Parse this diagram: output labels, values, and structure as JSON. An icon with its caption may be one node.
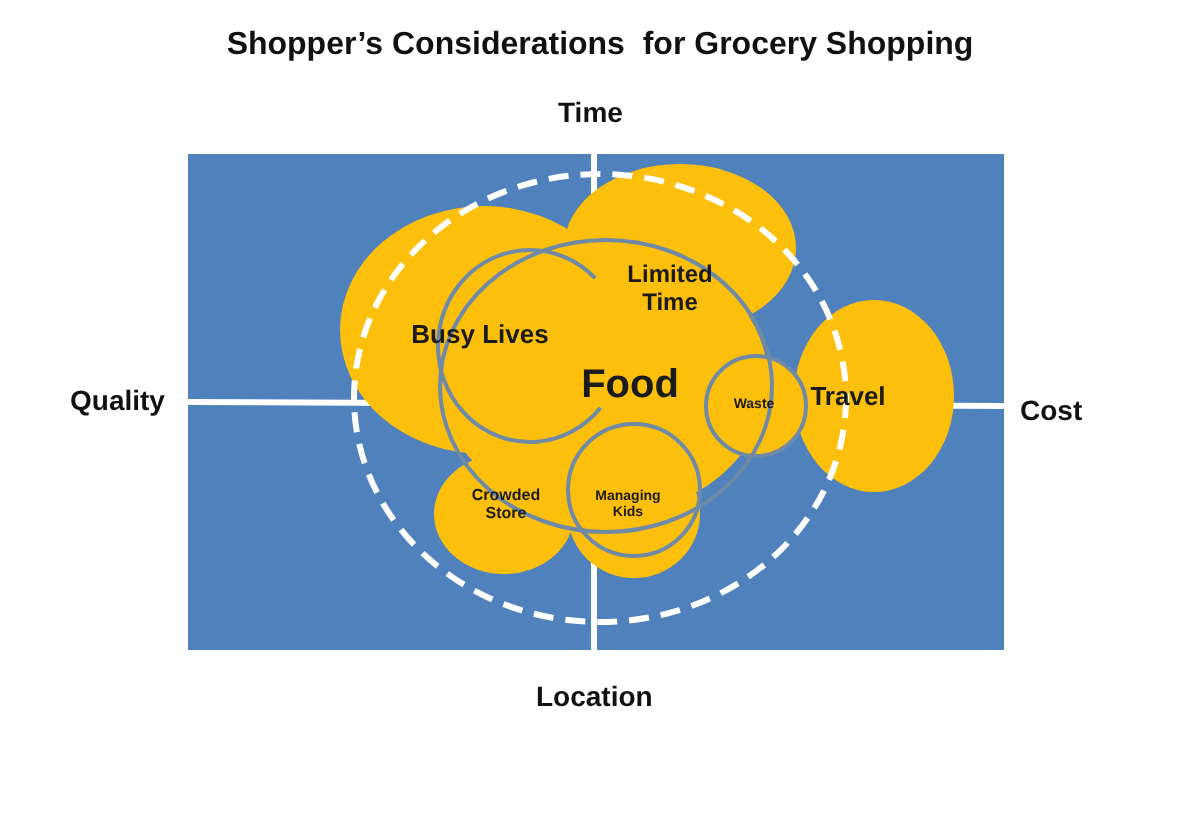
{
  "diagram": {
    "title": "Shopper’s Considerations  for Grocery Shopping",
    "nodes": [
      {
        "text": [
          "Busy Lives"
        ]
      },
      {
        "text": [
          "Limited Time"
        ]
      },
      {
        "text": [
          "Food"
        ]
      },
      {
        "text": [
          "Waste"
        ]
      },
      {
        "text": [
          "Travel"
        ]
      },
      {
        "text": [
          "Crowded Store"
        ]
      },
      {
        "text": [
          "Managing Kids"
        ]
      }
    ],
    "labels": [
      "Time",
      "Quality",
      "Cost",
      "Location"
    ]
  }
}
